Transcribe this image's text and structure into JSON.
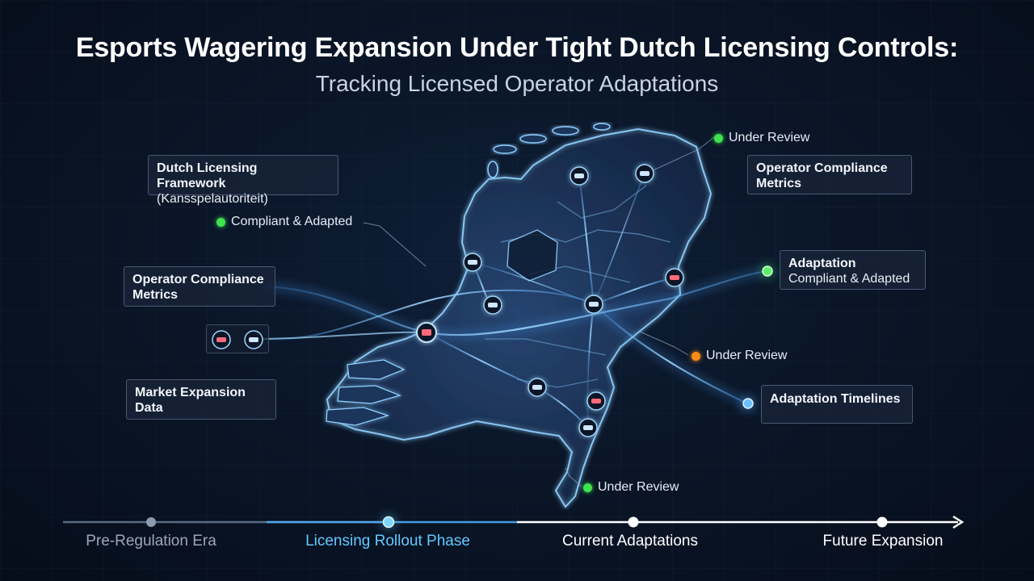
{
  "title": "Esports Wagering Expansion Under Tight Dutch Licensing Controls:",
  "subtitle": "Tracking Licensed Operator Adaptations",
  "cards": {
    "dutch_framework": {
      "title": "Dutch Licensing Framework",
      "sub": "(Kansspelautoriteit)"
    },
    "compliance_left": {
      "title": "Operator Compliance Metrics"
    },
    "compliance_right": {
      "title": "Operator Compliance Metrics"
    },
    "market_expansion": {
      "title": "Market Expansion Data"
    },
    "adaptation": {
      "title": "Adaptation",
      "sub": "Compliant & Adapted"
    },
    "timelines": {
      "title": "Adaptation Timelines"
    }
  },
  "statuses": {
    "top": {
      "label": "Under Review",
      "color": "green"
    },
    "left": {
      "label": "Compliant & Adapted",
      "color": "green"
    },
    "right": {
      "label": "Under Review",
      "color": "orange"
    },
    "bottom": {
      "label": "Under Review",
      "color": "green"
    }
  },
  "timeline": {
    "stages": [
      {
        "label": "Pre-Regulation Era",
        "color": "#9aa7b8"
      },
      {
        "label": "Licensing Rollout Phase",
        "color": "#63c9ff"
      },
      {
        "label": "Current Adaptations",
        "color": "#ffffff"
      },
      {
        "label": "Future Expansion",
        "color": "#ffffff"
      }
    ]
  },
  "colors": {
    "accent": "#4fb3ff",
    "map_glow": "#7ec8ff",
    "status_green": "#3ee34e",
    "status_orange": "#ff8c1a"
  },
  "icons": {
    "hub_nodes": "gamepad-icon",
    "timeline_arrow": "arrow-right-icon"
  }
}
